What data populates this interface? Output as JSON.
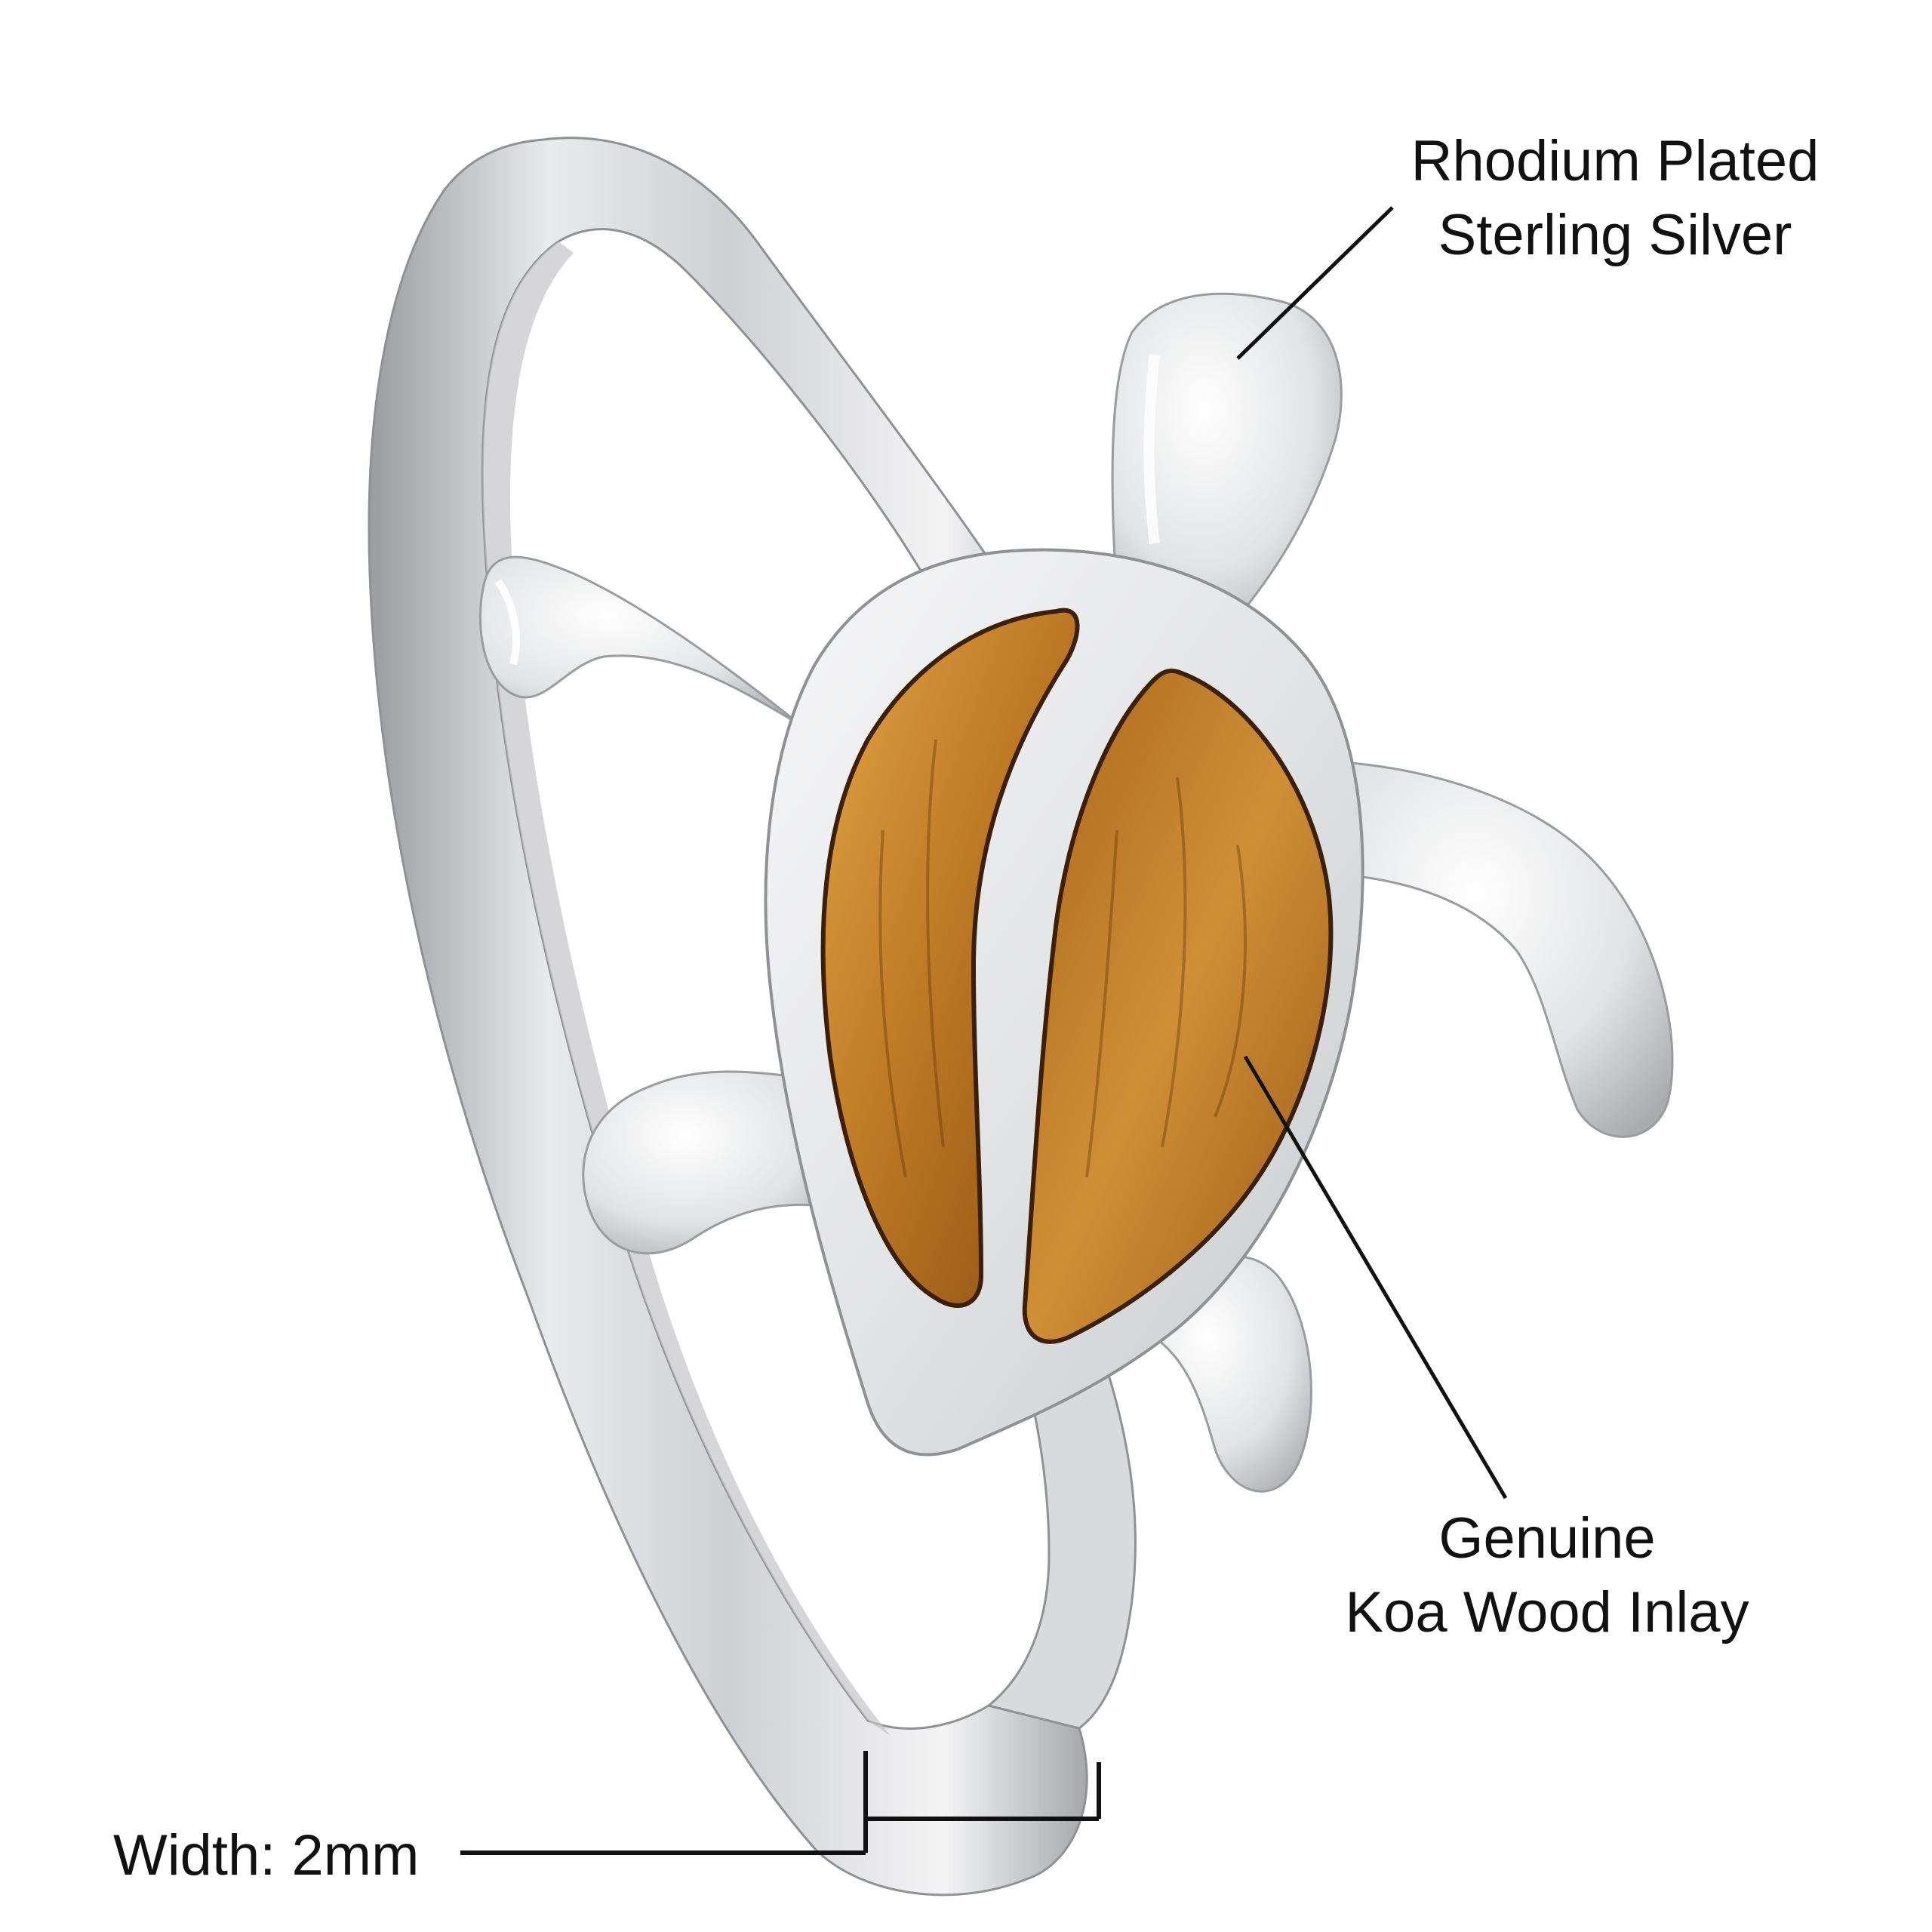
{
  "labels": {
    "rhodium_line1": "Rhodium Plated",
    "rhodium_line2": "Sterling Silver",
    "koa_line1": "Genuine",
    "koa_line2": "Koa Wood Inlay",
    "width": "Width: 2mm"
  },
  "colors": {
    "background": "#ffffff",
    "silver_light": "#f2f2f3",
    "silver_mid": "#d6d7d9",
    "silver_dark": "#8e9094",
    "koa_light": "#d79a3a",
    "koa_mid": "#b36f1c",
    "koa_dark": "#6e3d0c",
    "leader_line": "#111111"
  }
}
